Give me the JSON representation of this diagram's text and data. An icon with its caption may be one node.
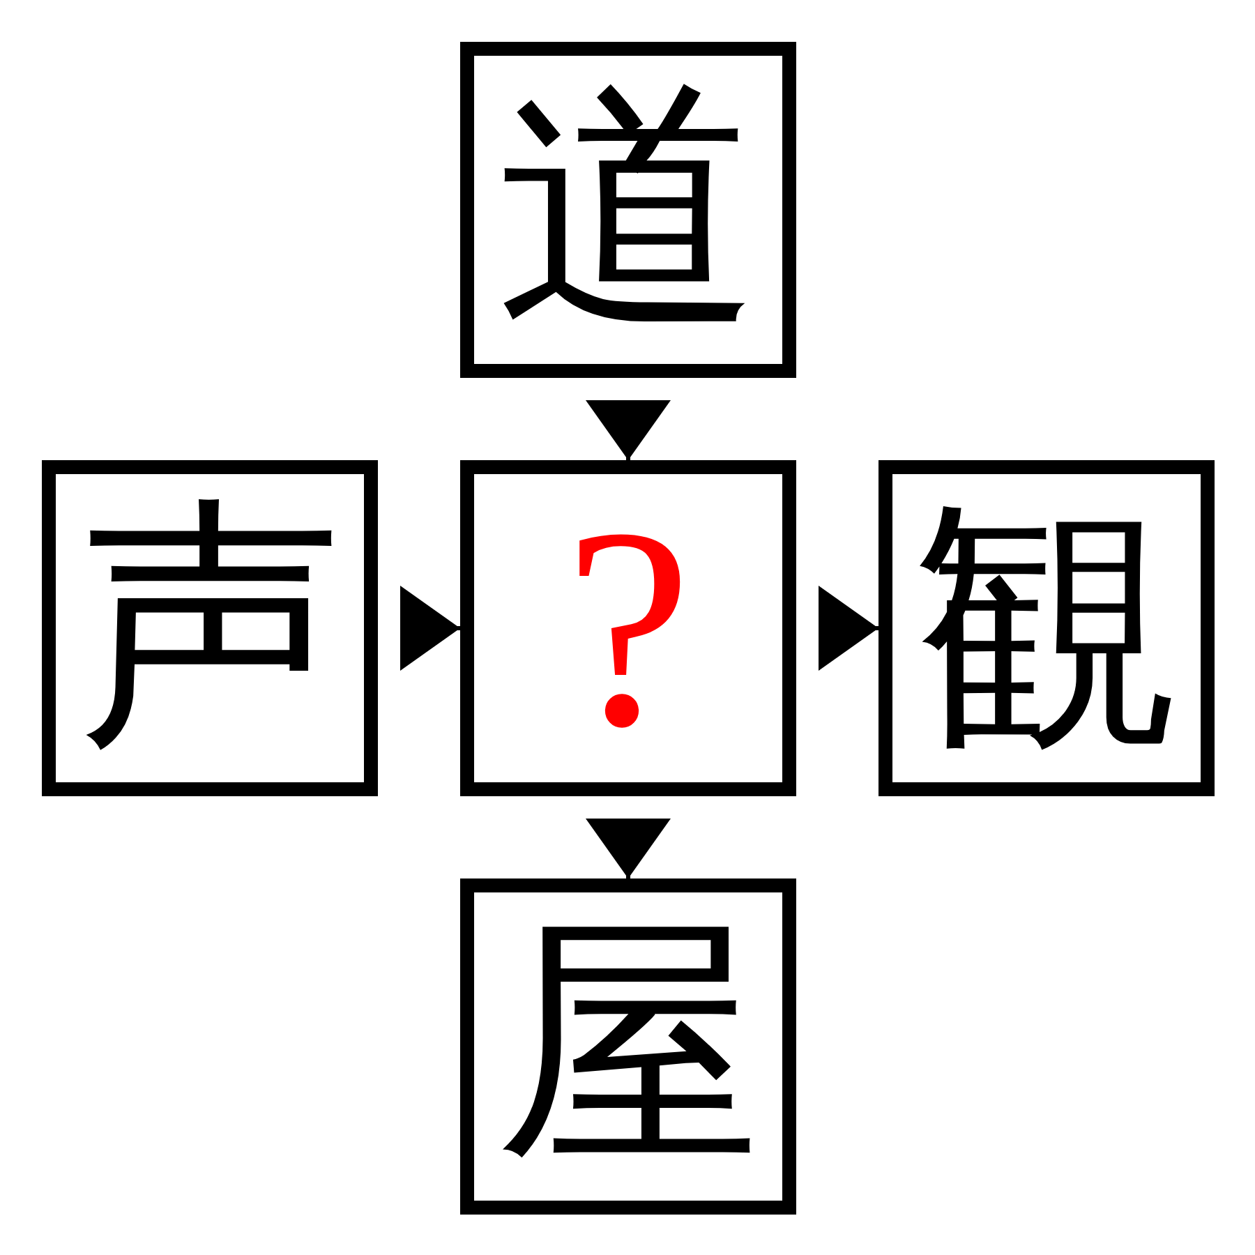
{
  "diagram": {
    "nodes": [
      {
        "text": [
          "道"
        ]
      },
      {
        "text": [
          "声"
        ]
      },
      {
        "text": [
          "?"
        ]
      },
      {
        "text": [
          "観"
        ]
      },
      {
        "text": [
          "屋"
        ]
      }
    ],
    "edges": [
      {
        "from": 0,
        "to": 2,
        "arrow": "to"
      },
      {
        "from": 1,
        "to": 2,
        "arrow": "to"
      },
      {
        "from": 2,
        "to": 3,
        "arrow": "to"
      },
      {
        "from": 2,
        "to": 4,
        "arrow": "to"
      }
    ]
  }
}
